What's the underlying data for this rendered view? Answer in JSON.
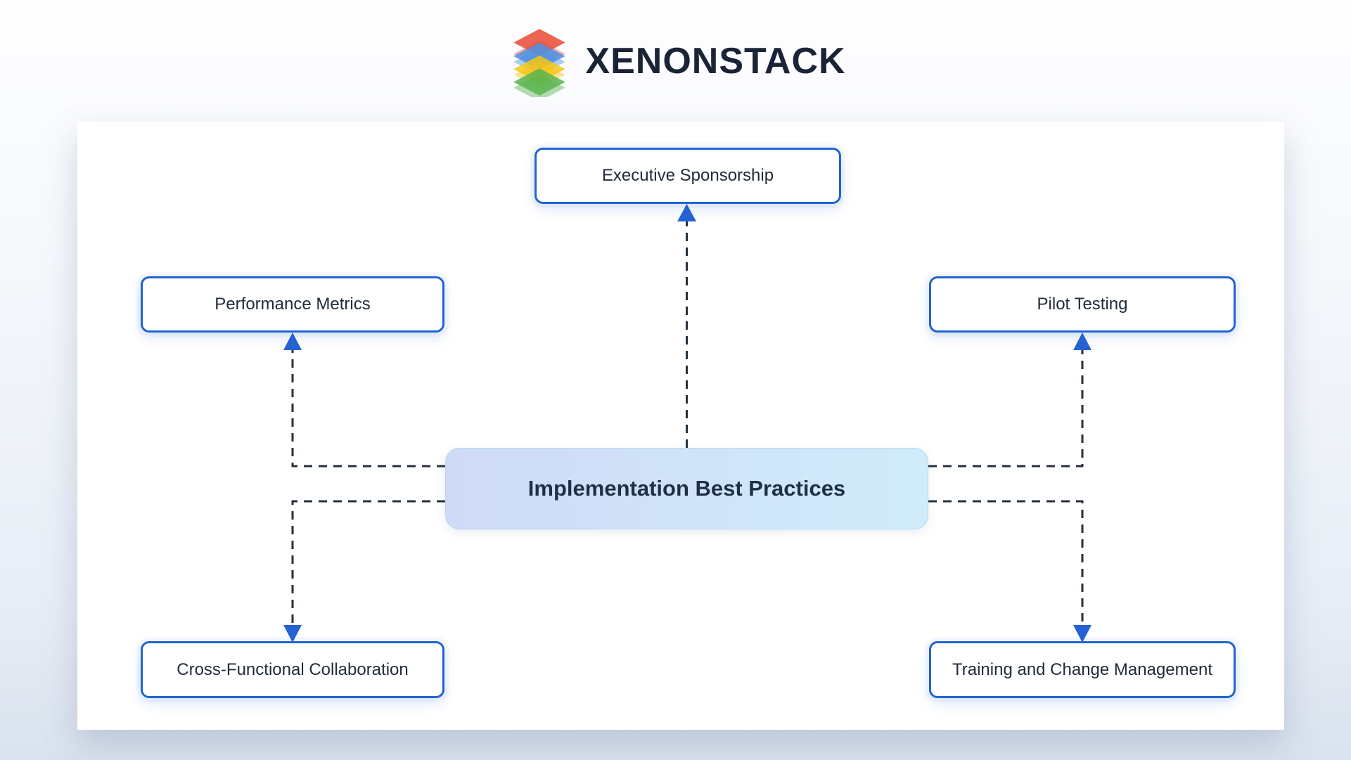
{
  "brand": {
    "wordmark": "XENONSTACK",
    "logo_icon": "stacked-layers-icon",
    "logo_layer_colors": [
      "#e74a33",
      "#4b92e5",
      "#f4c515",
      "#57b44e"
    ]
  },
  "diagram": {
    "center_label": "Implementation Best Practices",
    "nodes": {
      "top": "Executive Sponsorship",
      "left": "Performance Metrics",
      "right": "Pilot Testing",
      "bottom_left": "Cross-Functional Collaboration",
      "bottom_right": "Training and Change Management"
    },
    "colors": {
      "node_border": "#2263d3",
      "arrowhead": "#2563d4",
      "connector_dash": "#26303c",
      "center_gradient_start": "#cfdaf7",
      "center_gradient_end": "#d0ecfa",
      "node_text": "#222c39",
      "center_text": "#1f3046",
      "wordmark_text": "#1b2437"
    }
  }
}
